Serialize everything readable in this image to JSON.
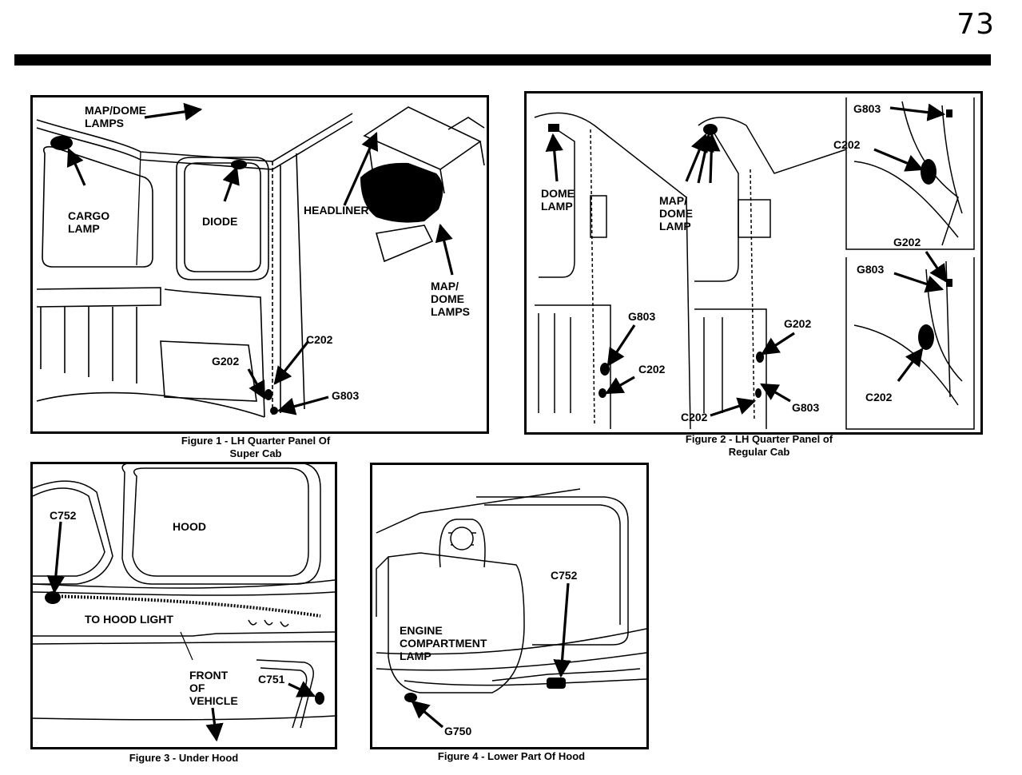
{
  "page_number": "73",
  "figures": {
    "fig1": {
      "caption_line1": "Figure 1 - LH Quarter Panel Of",
      "caption_line2": "Super Cab",
      "labels": {
        "map_dome_top": "MAP/DOME\nLAMPS",
        "cargo_lamp": "CARGO\nLAMP",
        "diode": "DIODE",
        "headliner": "HEADLINER",
        "map_dome_right": "MAP/\nDOME\nLAMPS",
        "c202": "C202",
        "g202": "G202",
        "g803": "G803"
      }
    },
    "fig2": {
      "caption_line1": "Figure 2 - LH Quarter Panel of",
      "caption_line2": "Regular Cab",
      "labels": {
        "dome_lamp": "DOME\nLAMP",
        "map_dome_lamp": "MAP/\nDOME\nLAMP",
        "g803_left": "G803",
        "c202_left": "C202",
        "g202_mid": "G202",
        "c202_mid": "C202",
        "g803_mid": "G803",
        "g803_tr": "G803",
        "c202_tr": "C202",
        "g202_r": "G202",
        "g803_r": "G803",
        "c202_br": "C202"
      }
    },
    "fig3": {
      "caption": "Figure 3 - Under Hood",
      "labels": {
        "c752": "C752",
        "hood": "HOOD",
        "to_hood_light": "TO HOOD LIGHT",
        "front_of_vehicle": "FRONT\nOF\nVEHICLE",
        "c751": "C751"
      }
    },
    "fig4": {
      "caption": "Figure 4 - Lower Part Of Hood",
      "labels": {
        "engine_compartment_lamp": "ENGINE\nCOMPARTMENT\nLAMP",
        "c752": "C752",
        "g750": "G750"
      }
    }
  }
}
